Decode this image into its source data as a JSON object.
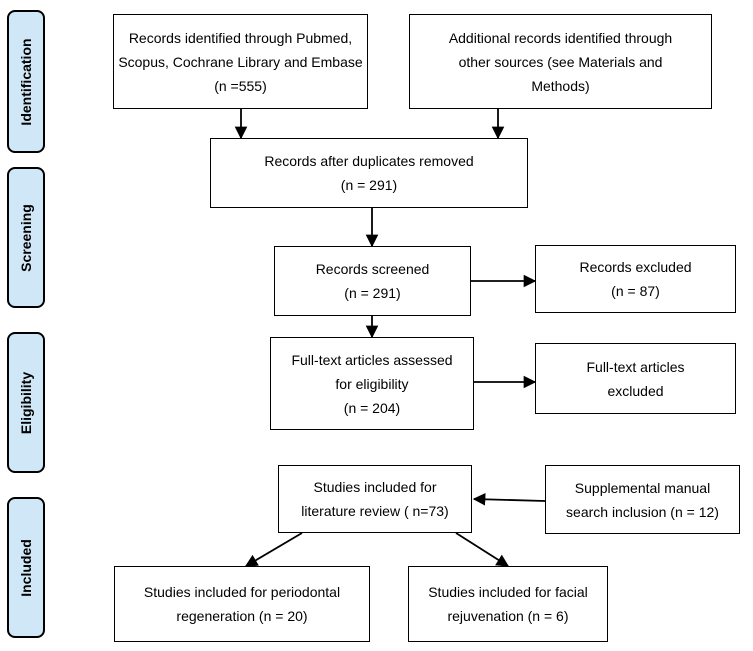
{
  "phases": {
    "identification": "Identification",
    "screening": "Screening",
    "eligibility": "Eligibility",
    "included": "Included"
  },
  "boxes": {
    "records_identified": {
      "lines": [
        "Records identified through Pubmed,",
        "Scopus, Cochrane Library and Embase",
        "(n =555)"
      ]
    },
    "additional_records": {
      "lines": [
        "Additional records identified through",
        "other sources (see Materials and",
        "Methods)"
      ]
    },
    "duplicates_removed": {
      "lines": [
        "Records after duplicates removed",
        "(n = 291)"
      ]
    },
    "records_screened": {
      "lines": [
        "Records screened",
        "(n = 291)"
      ]
    },
    "records_excluded": {
      "lines": [
        "Records excluded",
        "(n = 87)"
      ]
    },
    "fulltext_assessed": {
      "lines": [
        "Full-text articles assessed",
        "for eligibility",
        "(n = 204)"
      ]
    },
    "fulltext_excluded": {
      "lines": [
        "Full-text articles",
        "excluded"
      ]
    },
    "studies_literature_review": {
      "lines": [
        "Studies included for",
        "literature review ( n=73)"
      ]
    },
    "supplemental_search": {
      "lines": [
        "Supplemental manual",
        "search inclusion (n = 12)"
      ]
    },
    "periodontal_regeneration": {
      "lines": [
        "Studies included for periodontal",
        "regeneration (n = 20)"
      ]
    },
    "facial_rejuvenation": {
      "lines": [
        "Studies included for facial",
        "rejuvenation (n = 6)"
      ]
    }
  },
  "colors": {
    "phase_fill": "#cfe7f7",
    "line": "#000000"
  }
}
